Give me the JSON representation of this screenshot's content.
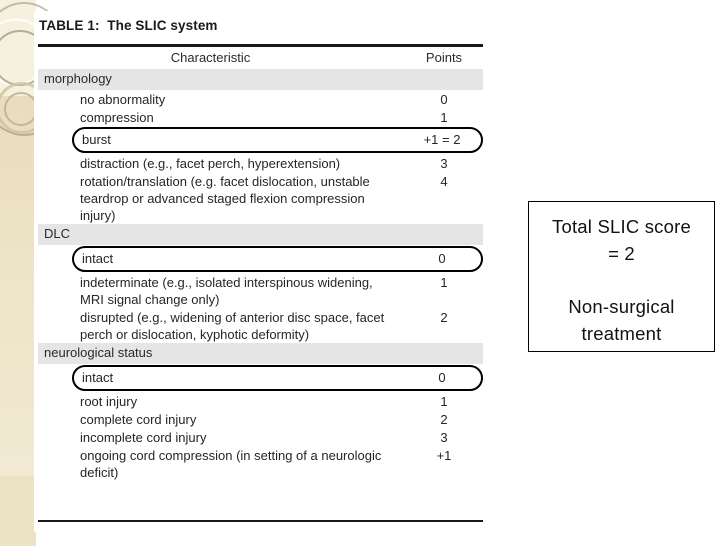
{
  "slide": {
    "background_color": "#ffffff",
    "accent_strip_color": "#ece2c4"
  },
  "table": {
    "title": "TABLE 1:  The SLIC system",
    "columns": {
      "characteristic": "Characteristic",
      "points": "Points"
    },
    "sections": [
      {
        "name": "morphology",
        "rows": [
          {
            "label": "no abnormality",
            "points": "0",
            "highlighted": false
          },
          {
            "label": "compression",
            "points": "1",
            "highlighted": false
          },
          {
            "label": "burst",
            "points": "+1 = 2",
            "highlighted": true
          },
          {
            "label": "distraction (e.g., facet perch, hyperextension)",
            "points": "3",
            "highlighted": false
          },
          {
            "label": "rotation/translation (e.g. facet dislocation, unstable teardrop or advanced staged flexion compression injury)",
            "points": "4",
            "highlighted": false
          }
        ]
      },
      {
        "name": "DLC",
        "rows": [
          {
            "label": "intact",
            "points": "0",
            "highlighted": true
          },
          {
            "label": "indeterminate (e.g., isolated interspinous widening, MRI signal change only)",
            "points": "1",
            "highlighted": false
          },
          {
            "label": "disrupted (e.g., widening of anterior disc space, facet perch or dislocation, kyphotic deformity)",
            "points": "2",
            "highlighted": false
          }
        ]
      },
      {
        "name": "neurological status",
        "rows": [
          {
            "label": "intact",
            "points": "0",
            "highlighted": true
          },
          {
            "label": "root injury",
            "points": "1",
            "highlighted": false
          },
          {
            "label": "complete cord injury",
            "points": "2",
            "highlighted": false
          },
          {
            "label": "incomplete cord injury",
            "points": "3",
            "highlighted": false
          },
          {
            "label": "ongoing cord compression (in setting of a neurologic deficit)",
            "points": "+1",
            "highlighted": false
          }
        ]
      }
    ]
  },
  "callout": {
    "line1": "Total SLIC score",
    "line2": "= 2",
    "line3": "Non-surgical",
    "line4": "treatment"
  }
}
